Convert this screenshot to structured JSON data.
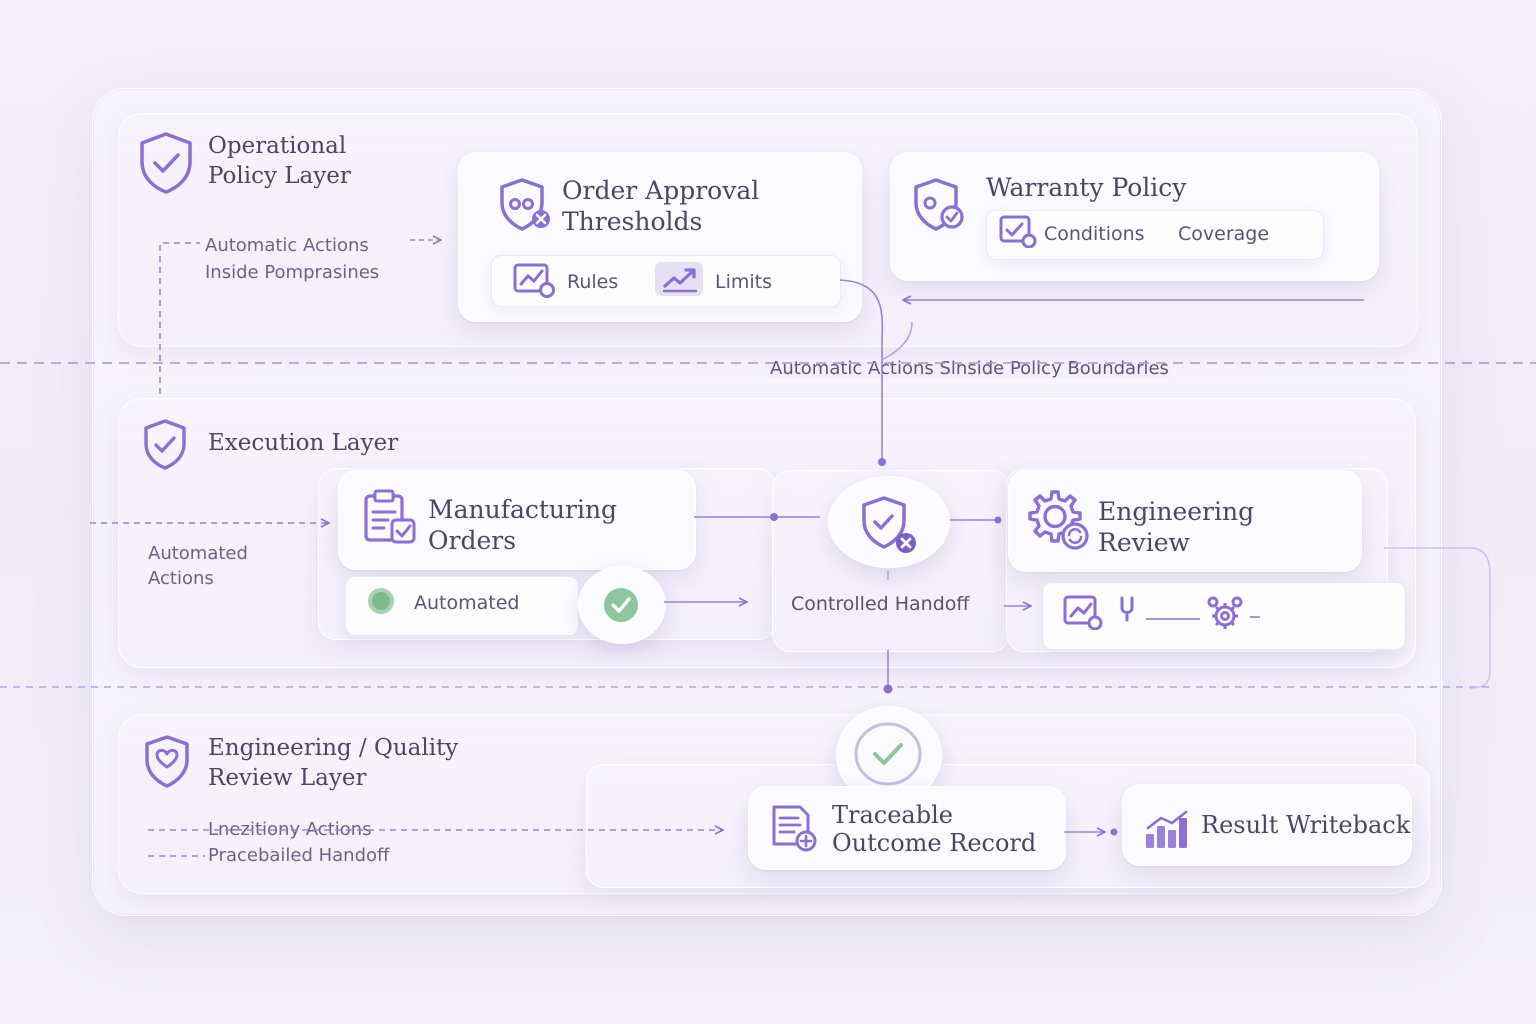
{
  "colors": {
    "accent": "#8b6fd1",
    "accent_dark": "#7a5fc4",
    "success": "#7dba8d",
    "background": "#f3f0f9"
  },
  "operational_layer": {
    "title_line1": "Operational",
    "title_line2": "Policy Layer",
    "icon": "shield-check-icon",
    "note_line1": "Automatic Actions",
    "note_line2": "Inside Pomprasines"
  },
  "order_approval": {
    "title_line1": "Order Approval",
    "title_line2": "Thresholds",
    "icon": "shield-link-icon",
    "rules_label": "Rules",
    "limits_label": "Limits"
  },
  "warranty_policy": {
    "title": "Warranty Policy",
    "icon": "shield-badge-icon",
    "conditions_label": "Conditions",
    "coverage_label": "Coverage"
  },
  "boundary_label": "Automatic Actions Slnside Policy Boundaries",
  "execution_layer": {
    "title": "Execution Layer",
    "icon": "shield-check-icon",
    "note_line1": "Automated",
    "note_line2": "Actions"
  },
  "manufacturing_orders": {
    "title_line1": "Manufacturing",
    "title_line2": "Orders",
    "icon": "clipboard-check-icon",
    "automated_label": "Automated"
  },
  "handoff": {
    "label": "Controlled Handoff",
    "icon": "shield-x-icon"
  },
  "engineering_review": {
    "title_line1": "Engineering",
    "title_line2": "Review",
    "icon": "gear-cycle-icon"
  },
  "quality_layer": {
    "title_line1": "Engineering / Quality",
    "title_line2": "Review Layer",
    "icon": "shield-heart-icon",
    "note_line1": "Lnezitiony Actions",
    "note_line2": "Pracebailed Handoff"
  },
  "outcome_record": {
    "title_line1": "Traceable",
    "title_line2": "Outcome Record",
    "icon": "document-plus-icon"
  },
  "result_writeback": {
    "title": "Result Writeback",
    "icon": "bar-chart-icon"
  }
}
